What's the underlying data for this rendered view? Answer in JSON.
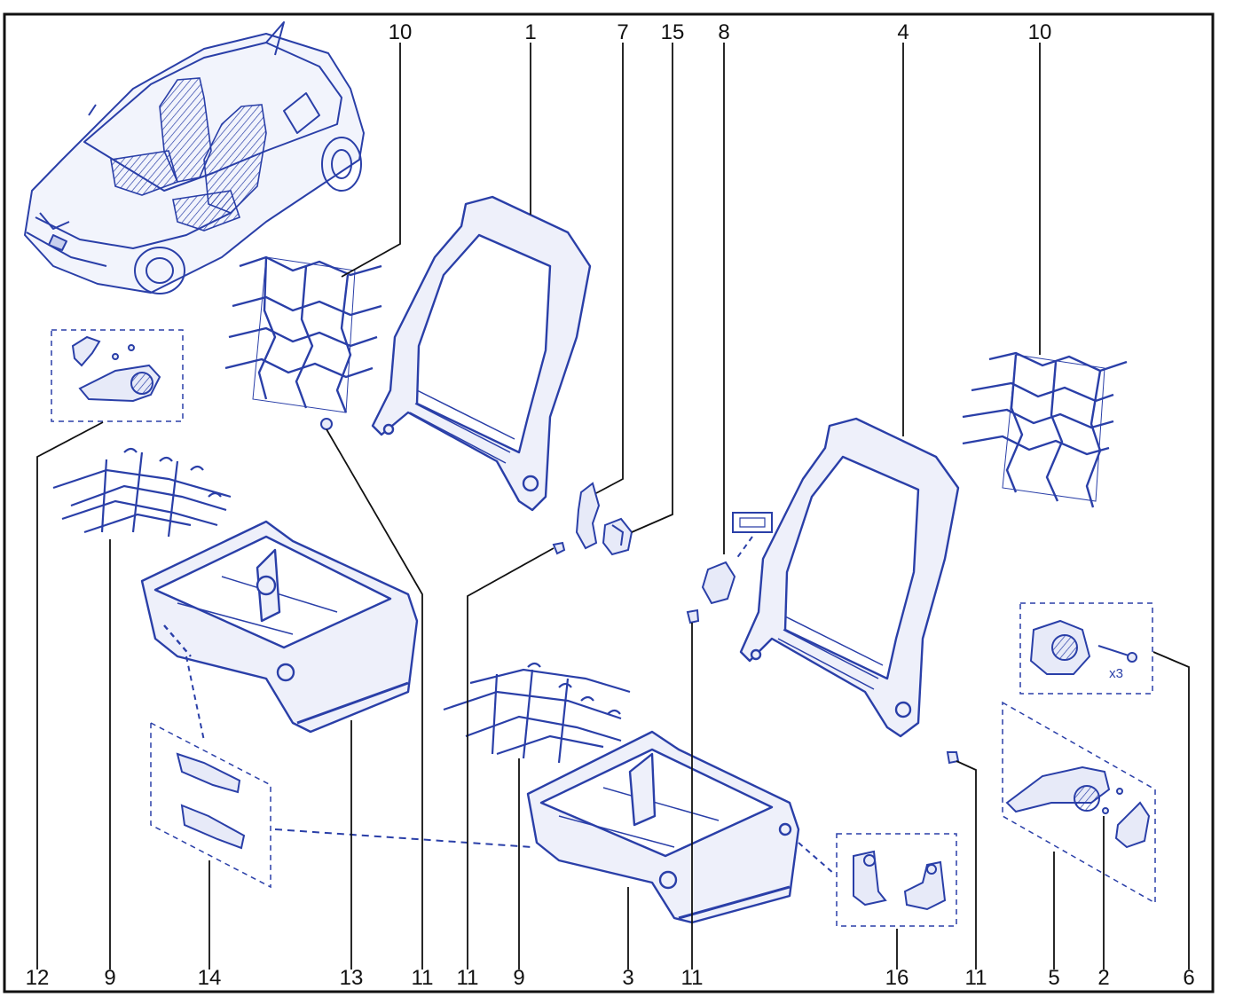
{
  "colors": {
    "ink": "#2a3fa8",
    "ink_light": "#5668c4",
    "fill": "#e7eaf8",
    "label": "#111111",
    "frame": "#111111"
  },
  "top_labels": [
    "10",
    "1",
    "7",
    "15",
    "8",
    "4",
    "10"
  ],
  "bottom_labels": [
    "12",
    "9",
    "14",
    "13",
    "11",
    "11",
    "9",
    "3",
    "11",
    "16",
    "11",
    "5",
    "2",
    "6"
  ],
  "quantity_note": "x3"
}
